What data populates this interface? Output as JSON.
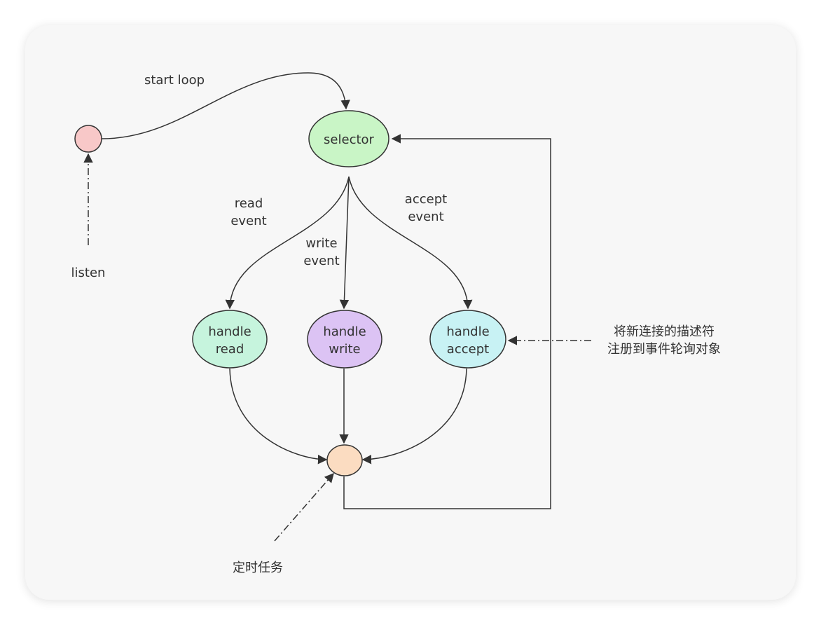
{
  "nodes": {
    "selector": {
      "label": "selector",
      "fill": "#c9f5c6"
    },
    "handle_read": {
      "label_line1": "handle",
      "label_line2": "read",
      "fill": "#c6f4dd"
    },
    "handle_write": {
      "label_line1": "handle",
      "label_line2": "write",
      "fill": "#dcc3f4"
    },
    "handle_accept": {
      "label_line1": "handle",
      "label_line2": "accept",
      "fill": "#c8f2f4"
    },
    "start_point": {
      "fill": "#f8c8c8"
    },
    "join_point": {
      "fill": "#fbdcc1"
    }
  },
  "edges": {
    "start_loop": "start loop",
    "read_event_line1": "read",
    "read_event_line2": "event",
    "write_event_line1": "write",
    "write_event_line2": "event",
    "accept_event_line1": "accept",
    "accept_event_line2": "event"
  },
  "notes": {
    "listen": "listen",
    "timer_task": "定时任务",
    "register_line1": "将新连接的描述符",
    "register_line2": "注册到事件轮询对象"
  }
}
